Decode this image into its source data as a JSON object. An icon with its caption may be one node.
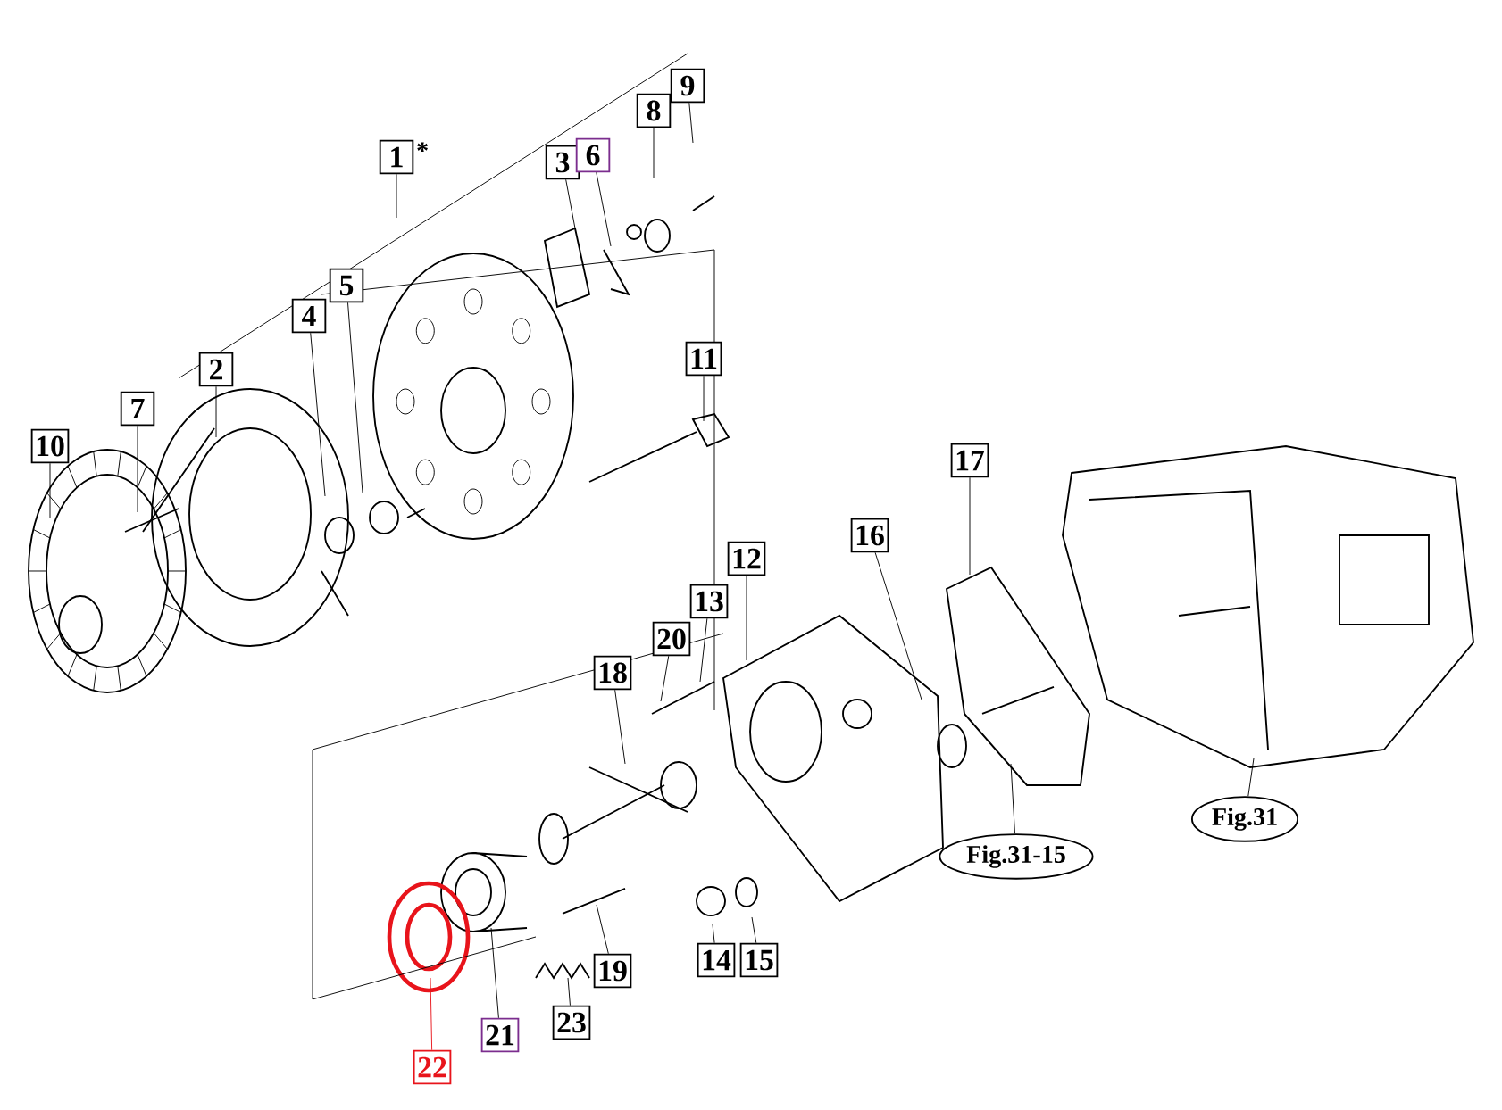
{
  "diagram": {
    "nodes": [
      {
        "text": [
          "1"
        ],
        "beside": [
          "*"
        ]
      },
      {
        "text": [
          "2"
        ]
      },
      {
        "text": [
          "3"
        ]
      },
      {
        "text": [
          "4"
        ]
      },
      {
        "text": [
          "5"
        ]
      },
      {
        "text": [
          "6"
        ]
      },
      {
        "text": [
          "7"
        ]
      },
      {
        "text": [
          "8"
        ]
      },
      {
        "text": [
          "9"
        ]
      },
      {
        "text": [
          "10"
        ]
      },
      {
        "text": [
          "11"
        ]
      },
      {
        "text": [
          "12"
        ]
      },
      {
        "text": [
          "13"
        ]
      },
      {
        "text": [
          "14"
        ]
      },
      {
        "text": [
          "15"
        ]
      },
      {
        "text": [
          "16"
        ]
      },
      {
        "text": [
          "17"
        ]
      },
      {
        "text": [
          "18"
        ]
      },
      {
        "text": [
          "19"
        ]
      },
      {
        "text": [
          "20"
        ]
      },
      {
        "text": [
          "21"
        ]
      },
      {
        "text": [
          "22"
        ]
      },
      {
        "text": [
          "23"
        ]
      },
      {
        "text": [
          "Fig.31-15"
        ]
      },
      {
        "text": [
          "Fig.31"
        ]
      }
    ],
    "edges": [
      {
        "from": 0,
        "to": null,
        "arrow": "none"
      },
      {
        "from": 1,
        "to": null,
        "arrow": "none"
      },
      {
        "from": 2,
        "to": null,
        "arrow": "none"
      },
      {
        "from": 3,
        "to": null,
        "arrow": "none"
      },
      {
        "from": 4,
        "to": null,
        "arrow": "none"
      },
      {
        "from": 5,
        "to": null,
        "arrow": "none"
      },
      {
        "from": 6,
        "to": null,
        "arrow": "none"
      },
      {
        "from": 7,
        "to": null,
        "arrow": "none"
      },
      {
        "from": 8,
        "to": null,
        "arrow": "none"
      },
      {
        "from": 9,
        "to": null,
        "arrow": "none"
      },
      {
        "from": 10,
        "to": null,
        "arrow": "none"
      },
      {
        "from": 11,
        "to": null,
        "arrow": "none"
      },
      {
        "from": 12,
        "to": null,
        "arrow": "none"
      },
      {
        "from": 13,
        "to": null,
        "arrow": "none"
      },
      {
        "from": 14,
        "to": null,
        "arrow": "none"
      },
      {
        "from": 15,
        "to": null,
        "arrow": "none"
      },
      {
        "from": 16,
        "to": null,
        "arrow": "none"
      },
      {
        "from": 17,
        "to": null,
        "arrow": "none"
      },
      {
        "from": 18,
        "to": null,
        "arrow": "none"
      },
      {
        "from": 19,
        "to": null,
        "arrow": "none"
      },
      {
        "from": 20,
        "to": null,
        "arrow": "none"
      },
      {
        "from": 21,
        "to": null,
        "arrow": "none",
        "color": "#e8141b"
      },
      {
        "from": 22,
        "to": null,
        "arrow": "none"
      },
      {
        "from": 23,
        "to": null,
        "arrow": "none"
      },
      {
        "from": 24,
        "to": null,
        "arrow": "none"
      }
    ]
  }
}
